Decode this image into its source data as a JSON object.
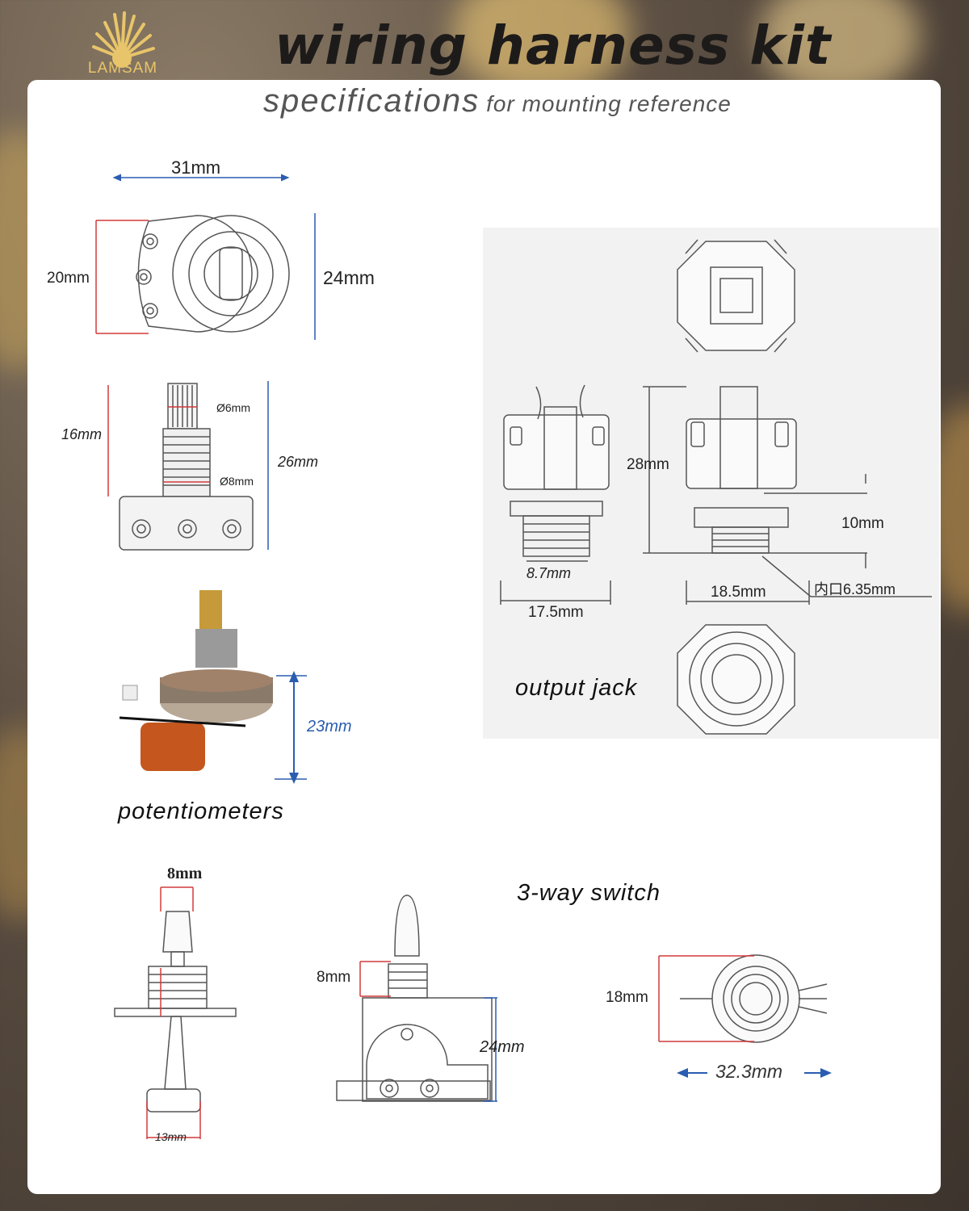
{
  "brand": {
    "name": "LAMSAM",
    "color": "#e8c56a"
  },
  "header": {
    "title": "wiring harness kit"
  },
  "subtitle": {
    "main": "specifications",
    "secondary": "for mounting reference"
  },
  "potentiometer": {
    "section_label": "potentiometers",
    "dims": {
      "width": "31mm",
      "lug_span": "20mm",
      "body_diameter": "24mm",
      "shaft_length": "16mm",
      "total_height": "26mm",
      "shaft_diameter": "Ø6mm",
      "thread_diameter": "Ø8mm",
      "photo_height": "23mm"
    }
  },
  "output_jack": {
    "section_label": "output jack",
    "dims": {
      "height": "28mm",
      "thread_length": "10mm",
      "thread_width": "8.7mm",
      "base_width": "17.5mm",
      "side_width": "18.5mm",
      "inner_diameter": "内口6.35mm"
    }
  },
  "switch": {
    "section_label": "3-way switch",
    "dims": {
      "tip_width": "8mm",
      "tail_width": "13mm",
      "bushing_height": "8mm",
      "frame_height": "24mm",
      "side_diameter": "18mm",
      "side_length": "32.3mm"
    }
  },
  "colors": {
    "dim_red": "#d23a3a",
    "dim_blue": "#2a5db0",
    "line_gray": "#555555"
  }
}
